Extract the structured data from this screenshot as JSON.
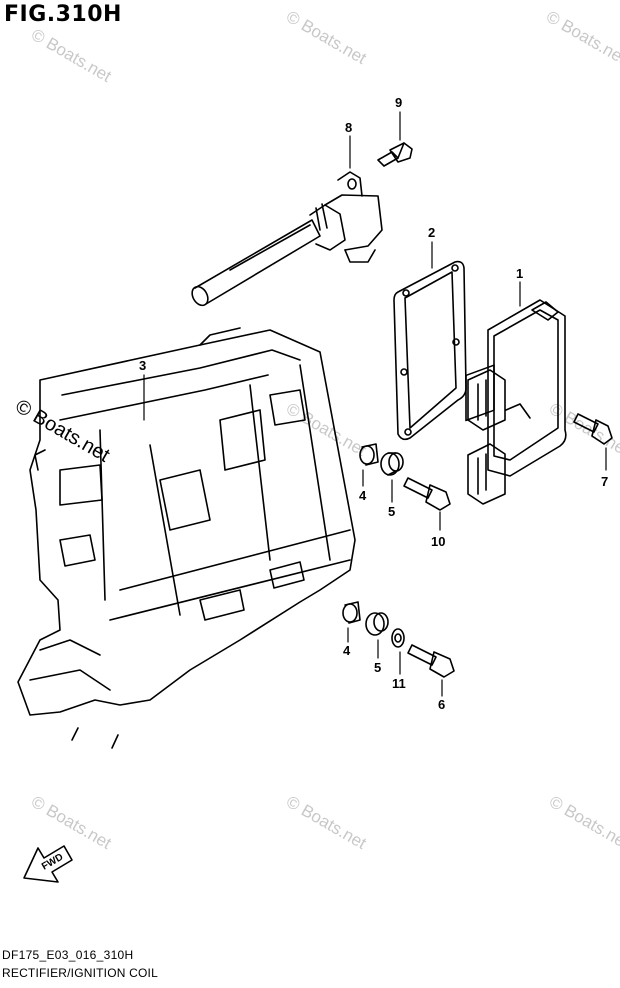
{
  "figure": {
    "title": "FIG.310H"
  },
  "callouts": [
    {
      "id": "c1",
      "label": "1"
    },
    {
      "id": "c2",
      "label": "2"
    },
    {
      "id": "c3",
      "label": "3"
    },
    {
      "id": "c4a",
      "label": "4"
    },
    {
      "id": "c4b",
      "label": "4"
    },
    {
      "id": "c5a",
      "label": "5"
    },
    {
      "id": "c5b",
      "label": "5"
    },
    {
      "id": "c6",
      "label": "6"
    },
    {
      "id": "c7",
      "label": "7"
    },
    {
      "id": "c8",
      "label": "8"
    },
    {
      "id": "c9",
      "label": "9"
    },
    {
      "id": "c10",
      "label": "10"
    },
    {
      "id": "c11",
      "label": "11"
    }
  ],
  "watermarks": {
    "small": "© Boats.net",
    "large": "© Boats.net"
  },
  "fwd_label": "FWD",
  "footer": {
    "code": "DF175_E03_016_310H",
    "name": "RECTIFIER/IGNITION COIL"
  }
}
